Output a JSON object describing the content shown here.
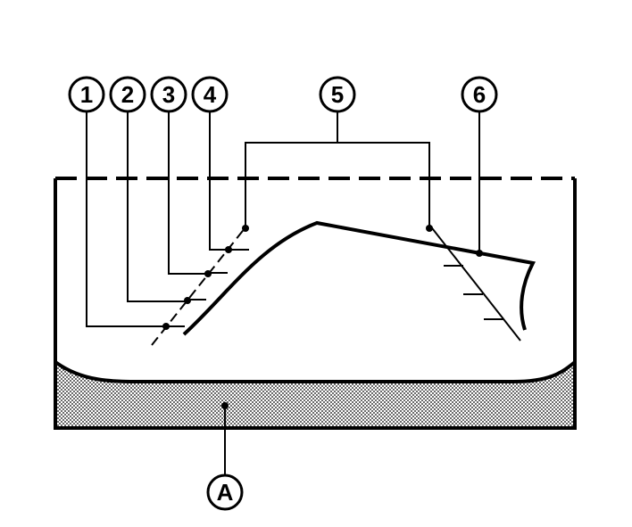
{
  "callouts": {
    "c1": "1",
    "c2": "2",
    "c3": "3",
    "c4": "4",
    "c5": "5",
    "c6": "6",
    "cA": "A"
  }
}
